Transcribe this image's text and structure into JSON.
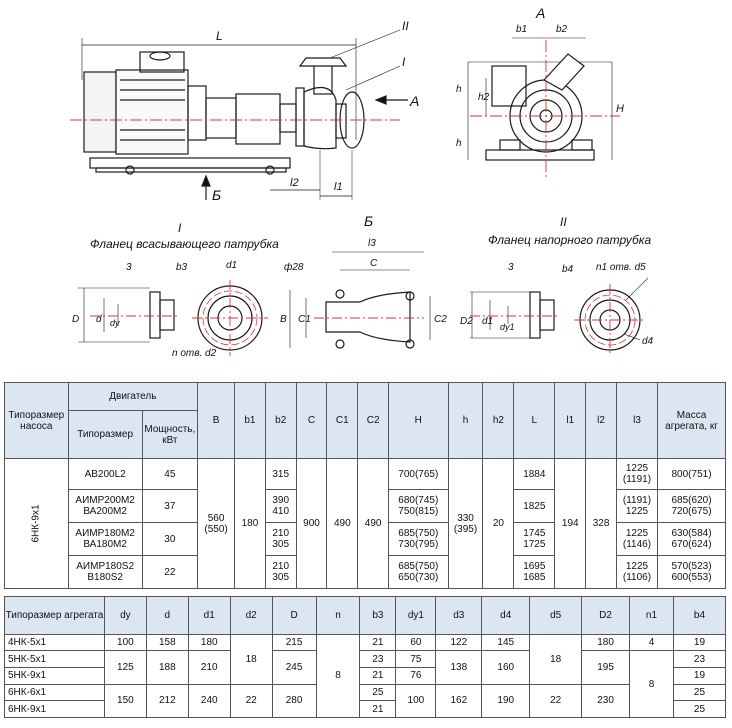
{
  "drawing": {
    "view_letters": {
      "a_top": "А",
      "a_arrow": "А",
      "b_arrow": "Б",
      "b_section": "Б"
    },
    "main_dims": {
      "L": "L",
      "l1": "l1",
      "l2": "l2",
      "II": "II",
      "I": "I"
    },
    "side_dims": {
      "b1": "b1",
      "b2": "b2",
      "h": "h",
      "h2": "h2",
      "H": "H"
    },
    "detail1": {
      "title": "I",
      "caption": "Фланец всасывающего патрубка",
      "d3": "3",
      "b3": "b3",
      "d1": "d1",
      "D": "D",
      "d": "d",
      "dy": "dy",
      "holes": "n отв. d2"
    },
    "section_b": {
      "l3": "l3",
      "phi28": "ф28",
      "C": "C",
      "B": "B",
      "C1": "C1",
      "C2": "C2"
    },
    "detail2": {
      "title": "II",
      "caption": "Фланец напорного патрубка",
      "d3": "3",
      "b4": "b4",
      "holes": "n1 отв. d5",
      "D2": "D2",
      "d1": "d1",
      "dy1": "dy1",
      "d4": "d4"
    }
  },
  "table1": {
    "headers": {
      "pump_type": "Типоразмер насоса",
      "motor": "Двигатель",
      "motor_type": "Типоразмер",
      "power": "Мощность, кВт",
      "B": "B",
      "b1": "b1",
      "b2": "b2",
      "C": "C",
      "C1": "C1",
      "C2": "C2",
      "H": "H",
      "h": "h",
      "h2": "h2",
      "L": "L",
      "l1": "l1",
      "l2": "l2",
      "l3": "l3",
      "mass": "Масса агрегата, кг"
    },
    "pump": "6НК-9х1",
    "B_val": "560\n(550)",
    "b1_val": "180",
    "C_val": "900",
    "C1_val": "490",
    "C2_val": "490",
    "h_val": "330\n(395)",
    "h2_val": "20",
    "l1_val": "194",
    "l2_val": "328",
    "rows": [
      {
        "motor": "АВ200L2",
        "power": "45",
        "b2": "315",
        "H": "700(765)",
        "L": "1884",
        "l3": "1225\n(1191)",
        "mass": "800(751)"
      },
      {
        "motor": "АИМР200М2\nВА200М2",
        "power": "37",
        "b2": "390\n410",
        "H": "680(745)\n750(815)",
        "L": "1825",
        "l3": "(1191)\n1225",
        "mass": "685(620)\n720(675)"
      },
      {
        "motor": "АИМР180М2\nВА180М2",
        "power": "30",
        "b2": "210\n305",
        "H": "685(750)\n730(795)",
        "L": "1745\n1725",
        "l3": "1225\n(1146)",
        "mass": "630(584)\n670(624)"
      },
      {
        "motor": "АИМР180S2\nВ180S2",
        "power": "22",
        "b2": "210\n305",
        "H": "685(750)\n650(730)",
        "L": "1695\n1685",
        "l3": "1225\n(1106)",
        "mass": "570(523)\n600(553)"
      }
    ]
  },
  "table2": {
    "headers": [
      "Типоразмер агрегата",
      "dy",
      "d",
      "d1",
      "d2",
      "D",
      "n",
      "b3",
      "dy1",
      "d3",
      "d4",
      "d5",
      "D2",
      "n1",
      "b4"
    ],
    "units": [
      "4НК-5х1",
      "5НК-5х1",
      "5НК-9х1",
      "6НК-6х1",
      "6НК-9х1"
    ],
    "dy": [
      "100",
      "125",
      "150"
    ],
    "d": [
      "158",
      "188",
      "212"
    ],
    "d1": [
      "180",
      "210",
      "240"
    ],
    "d2": [
      "18",
      "22"
    ],
    "D": [
      "215",
      "245",
      "280"
    ],
    "n": "8",
    "b3": [
      "21",
      "23",
      "21",
      "25",
      "21"
    ],
    "dy1": [
      "60",
      "75",
      "76",
      "100"
    ],
    "d3": [
      "122",
      "138",
      "162"
    ],
    "d4": [
      "145",
      "160",
      "190"
    ],
    "d5": [
      "18",
      "22"
    ],
    "D2": [
      "180",
      "195",
      "230"
    ],
    "n1": [
      "4",
      "8"
    ],
    "b4": [
      "19",
      "23",
      "19",
      "25",
      "25"
    ]
  }
}
